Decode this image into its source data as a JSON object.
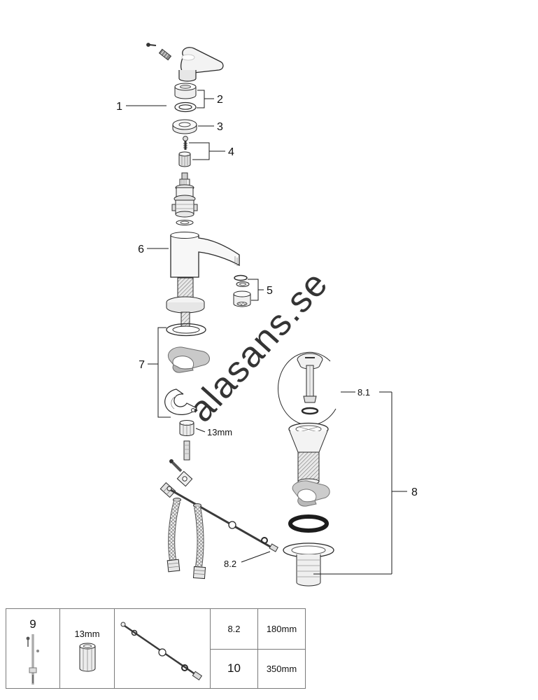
{
  "watermark": "alasans.se",
  "callouts": {
    "c1": "1",
    "c2": "2",
    "c3": "3",
    "c4": "4",
    "c5": "5",
    "c6": "6",
    "c7": "7",
    "c8": "8",
    "c8_1": "8.1",
    "c8_2": "8.2",
    "wrench_size": "13mm"
  },
  "legend_table": {
    "item9_label": "9",
    "wrench_label": "13mm",
    "rows": [
      {
        "ref": "8.2",
        "length": "180mm"
      },
      {
        "ref": "10",
        "length": "350mm"
      }
    ]
  }
}
